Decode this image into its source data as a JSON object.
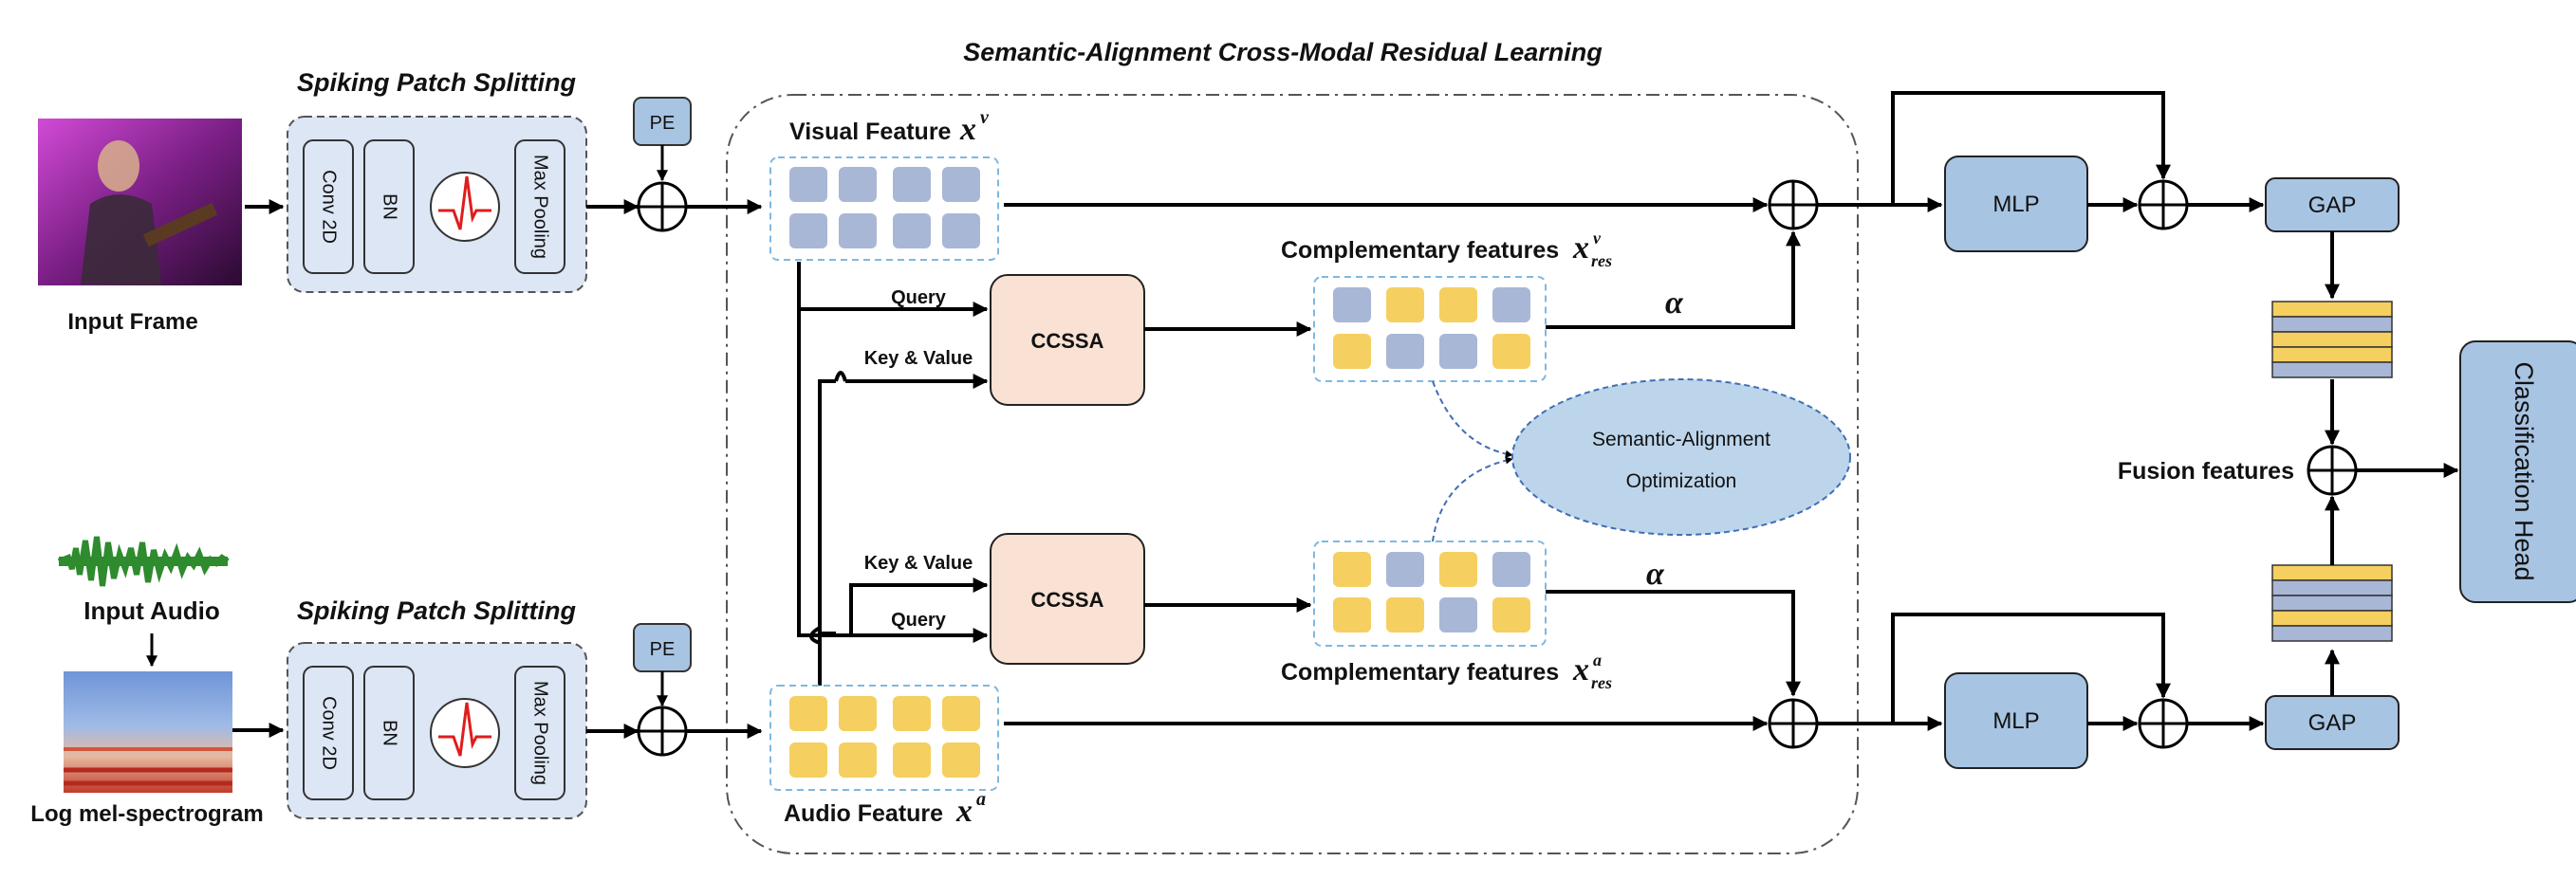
{
  "title": "Semantic-Alignment Cross-Modal Residual Learning",
  "visual_branch": {
    "input_label": "Input Frame",
    "splitting_title": "Spiking Patch Splitting",
    "ops": [
      "Conv 2D",
      "BN",
      "Max Pooling"
    ],
    "pe_label": "PE",
    "feature_label": "Visual Feature",
    "feature_symbol": "x",
    "feature_sup": "v"
  },
  "audio_branch": {
    "input_label": "Input Audio",
    "spectrogram_label": "Log mel-spectrogram",
    "splitting_title": "Spiking Patch Splitting",
    "ops": [
      "Conv 2D",
      "BN",
      "Max Pooling"
    ],
    "pe_label": "PE",
    "feature_label": "Audio Feature",
    "feature_symbol": "x",
    "feature_sup": "a"
  },
  "cross_modal": {
    "query_label": "Query",
    "key_value_label": "Key & Value",
    "ccssa_label": "CCSSA",
    "complementary_label": "Complementary features",
    "comp_symbol": "x",
    "comp_sub": "res",
    "comp_sup_visual": "v",
    "comp_sup_audio": "a",
    "alpha": "α",
    "optimization_line1": "Semantic-Alignment",
    "optimization_line2": "Optimization"
  },
  "head": {
    "mlp_label": "MLP",
    "gap_label": "GAP",
    "fusion_label": "Fusion features",
    "classification_label": "Classification Head"
  },
  "colors": {
    "module_fill": "#dce6f4",
    "visual_token": "#a9b7d6",
    "audio_token": "#f5cf5f",
    "ccssa_fill": "#f9e2d4",
    "block_fill": "#a8c4e3",
    "ellipse_fill": "#bdd5ea",
    "spike_red": "#e01c1c"
  },
  "icons": [
    "video-frame-image",
    "waveform-image",
    "spectrogram-image",
    "spike-neuron-icon",
    "sum-icon"
  ]
}
